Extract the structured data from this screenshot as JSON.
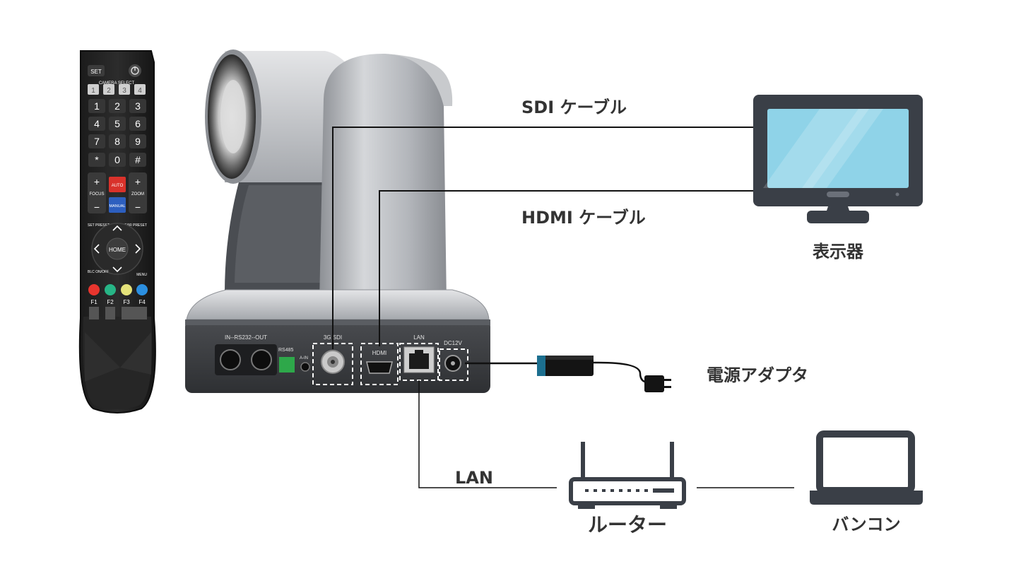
{
  "labels": {
    "sdi_cable": "SDI ケーブル",
    "hdmi_cable": "HDMI ケーブル",
    "display": "表示器",
    "power_adapter": "電源アダプタ",
    "lan": "LAN",
    "router": "ルーター",
    "pc": "バンコン"
  },
  "camera_panel": {
    "rs232": "IN--RS232--OUT",
    "rs485": "RS485",
    "audio_in": "A-IN",
    "sdi": "3G SDI",
    "hdmi": "HDMI",
    "lan": "LAN",
    "dc": "DC12V"
  },
  "remote": {
    "set": "SET",
    "camera_select": "CAMERA SELECT",
    "cam_keys": [
      "1",
      "2",
      "3",
      "4"
    ],
    "keypad": [
      "1",
      "2",
      "3",
      "4",
      "5",
      "6",
      "7",
      "8",
      "9",
      "*",
      "0",
      "#"
    ],
    "focus": "FOCUS",
    "zoom": "ZOOM",
    "auto": "AUTO",
    "manual": "MANUAL",
    "set_preset": "SET PRESET",
    "clear_preset": "CLEAR PRESET",
    "home": "HOME",
    "blc": "BLC ON/OFF",
    "menu": "MENU",
    "f_keys": [
      "F1",
      "F2",
      "F3",
      "F4"
    ],
    "plus": "+",
    "minus": "−"
  },
  "colors": {
    "line": "#111111",
    "label": "#333333",
    "icon_dark": "#3a3f47",
    "screen": "#8fd3e8",
    "camera_silver": "#b9bcc1",
    "f1": "#e8352e",
    "f2": "#27b586",
    "f3": "#e4e27a",
    "f4": "#2b8fe0",
    "auto_button": "#d9322b",
    "manual_button": "#2d5fbf"
  }
}
